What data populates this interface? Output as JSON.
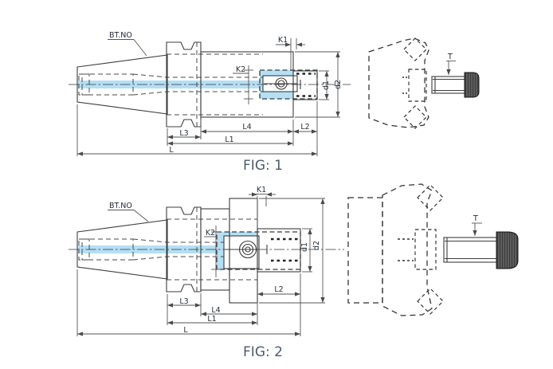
{
  "figure1": {
    "caption": "FIG: 1",
    "labels": {
      "shank": "BT.NO",
      "k1": "K1",
      "k2": "K2",
      "d1": "d1",
      "d2": "d2",
      "l4": "L4",
      "l2": "L2",
      "l3": "L3",
      "l1": "L1",
      "l": "L",
      "t": "T"
    }
  },
  "figure2": {
    "caption": "FIG: 2",
    "labels": {
      "shank": "BT.NO",
      "k1": "K1",
      "k2": "K2",
      "d1": "d1",
      "d2": "d2",
      "l4": "L4",
      "l2": "L2",
      "l3": "L3",
      "l1": "L1",
      "l": "L",
      "t": "T"
    }
  },
  "colors": {
    "bore_highlight": "#b4dff4",
    "drawing_line": "#3d3d3d",
    "dimension_line": "#555555",
    "label_text": "#26323e",
    "caption_text": "#4d5a6b",
    "screw_head": "#3d3d3d",
    "background": "#ffffff"
  }
}
